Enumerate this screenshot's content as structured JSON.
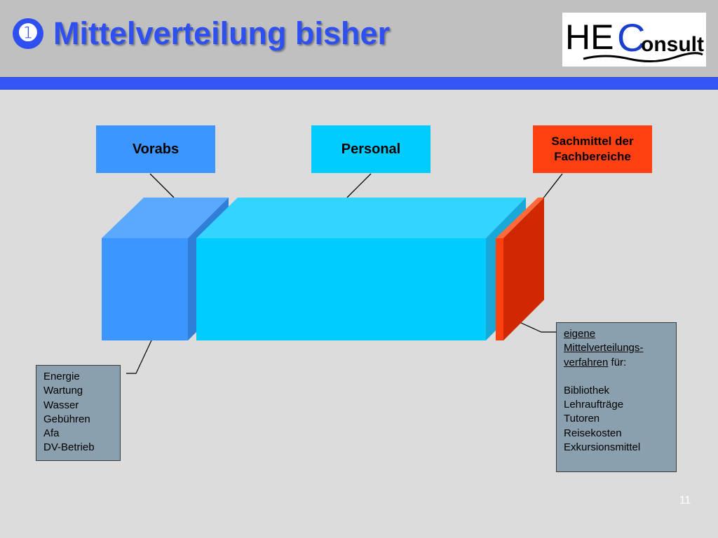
{
  "slide": {
    "title_number": "➊",
    "title": "Mittelverteilung bisher",
    "page_number": "11"
  },
  "logo": {
    "text_he": "HE",
    "text_c": "C",
    "text_rest": "onsult"
  },
  "categories": {
    "vorabs": "Vorabs",
    "personal": "Personal",
    "sachmittel_line1": "Sachmittel der",
    "sachmittel_line2": "Fachbereiche"
  },
  "vorabs_note": {
    "items": [
      "Energie",
      "Wartung",
      "Wasser",
      "Gebühren",
      "Afa",
      "DV-Betrieb"
    ]
  },
  "sachmittel_note": {
    "line1": "eigene",
    "line2": "Mittelverteilungs-",
    "line3_underlined": "verfahren",
    "line3_rest": " für:",
    "items": [
      "Bibliothek",
      "Lehraufträge",
      "Tutoren",
      "Reisekosten",
      "Exkursionsmittel"
    ]
  },
  "colors": {
    "title": "#2f50f0",
    "vorabs": "#3c96ff",
    "personal": "#00ccff",
    "sachmittel": "#ff4010",
    "note_bg": "#8aa0ae",
    "header_bar": "#3555f5"
  }
}
